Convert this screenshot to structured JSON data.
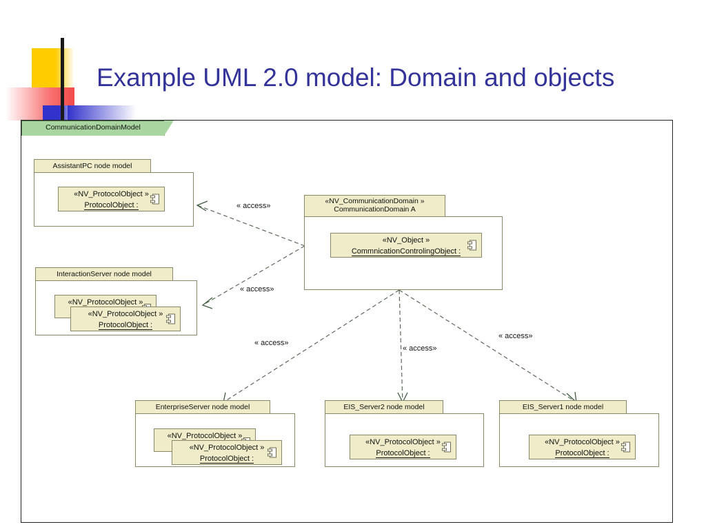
{
  "slide": {
    "title": "Example UML 2.0 model: Domain and objects",
    "title_color": "#333399"
  },
  "logo": {
    "yellow": "#FFCC00",
    "red": "#F24A4A",
    "blue": "#3333CC",
    "bar": "#1a1a1a"
  },
  "diagram": {
    "package_tab_label": "CommunicationDomainModel",
    "package_tab_color": "#A9D6A0",
    "box_fill": "#EFECC9",
    "box_border": "#8a8768",
    "connector_color": "#5a6b5a",
    "nodes": [
      {
        "id": "assistantpc",
        "header": "AssistantPC node model",
        "objects": [
          {
            "stereotype": "«NV_ProtocolObject »",
            "name": "ProtocolObject :",
            "icon": "component-icon"
          }
        ]
      },
      {
        "id": "interactionserver",
        "header": "InteractionServer node model",
        "objects": [
          {
            "stereotype": "«NV_ProtocolObject »",
            "name": "",
            "icon": "component-icon"
          },
          {
            "stereotype": "«NV_ProtocolObject »",
            "name": "ProtocolObject :",
            "icon": "component-icon"
          }
        ]
      },
      {
        "id": "communicationdomain",
        "header_stereotype": "«NV_CommunicationDomain  »",
        "header_name": "CommunicationDomain A",
        "objects": [
          {
            "stereotype": "«NV_Object »",
            "name": "CommnicationControlingObject :",
            "icon": "component-icon"
          }
        ]
      },
      {
        "id": "enterpriseserver",
        "header": "EnterpriseServer node model",
        "objects": [
          {
            "stereotype": "«NV_ProtocolObject »",
            "name": "",
            "icon": "component-icon"
          },
          {
            "stereotype": "«NV_ProtocolObject »",
            "name": "ProtocolObject :",
            "icon": "component-icon"
          }
        ]
      },
      {
        "id": "eis_server2",
        "header": "EIS_Server2 node model",
        "objects": [
          {
            "stereotype": "«NV_ProtocolObject »",
            "name": "ProtocolObject :",
            "icon": "component-icon"
          }
        ]
      },
      {
        "id": "eis_server1",
        "header": "EIS_Server1 node model",
        "objects": [
          {
            "stereotype": "«NV_ProtocolObject »",
            "name": "ProtocolObject :",
            "icon": "component-icon"
          }
        ]
      }
    ],
    "connectors": [
      {
        "id": "access-assistantpc",
        "label": "« access»",
        "from": "communicationdomain",
        "to": "assistantpc"
      },
      {
        "id": "access-interactionserver",
        "label": "« access»",
        "from": "communicationdomain",
        "to": "interactionserver"
      },
      {
        "id": "access-enterpriseserver",
        "label": "« access»",
        "from": "communicationdomain",
        "to": "enterpriseserver"
      },
      {
        "id": "access-eis-server2",
        "label": "« access»",
        "from": "communicationdomain",
        "to": "eis_server2"
      },
      {
        "id": "access-eis-server1",
        "label": "« access»",
        "from": "communicationdomain",
        "to": "eis_server1"
      }
    ]
  }
}
